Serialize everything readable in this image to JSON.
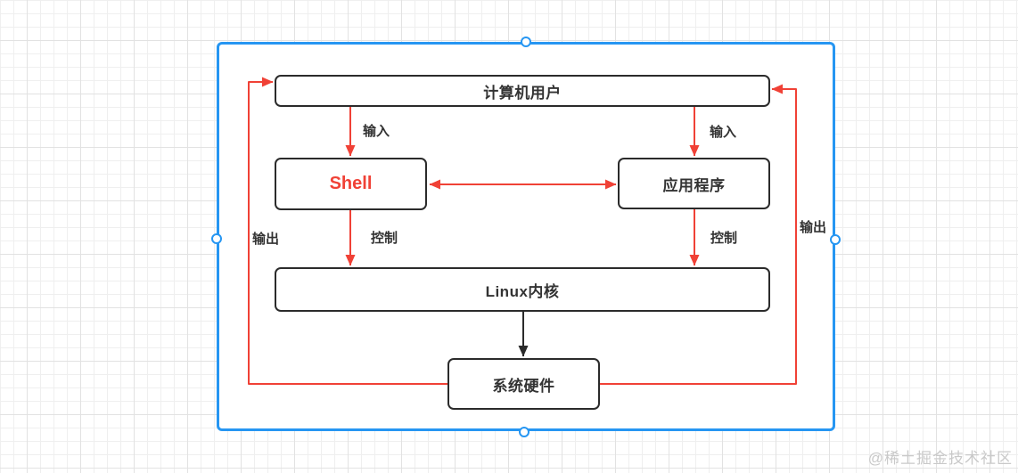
{
  "nodes": [
    {
      "id": "computer-user",
      "label": "计算机用户"
    },
    {
      "id": "shell",
      "label": "Shell"
    },
    {
      "id": "application",
      "label": "应用程序"
    },
    {
      "id": "linux-kernel",
      "label": "Linux内核"
    },
    {
      "id": "system-hardware",
      "label": "系统硬件"
    }
  ],
  "edge_labels": {
    "input_shell": "输入",
    "input_app": "输入",
    "control_shell": "控制",
    "control_app": "控制",
    "output_left": "输出",
    "output_right": "输出"
  },
  "colors": {
    "red": "#f04136",
    "black": "#2b2b2b",
    "text": "#333333",
    "selection_blue": "#2696f2",
    "grid_minor": "#efefef",
    "grid_major": "#e2e2e2",
    "watermark": "#c9c9c9"
  },
  "watermark": "@稀土掘金技术社区"
}
